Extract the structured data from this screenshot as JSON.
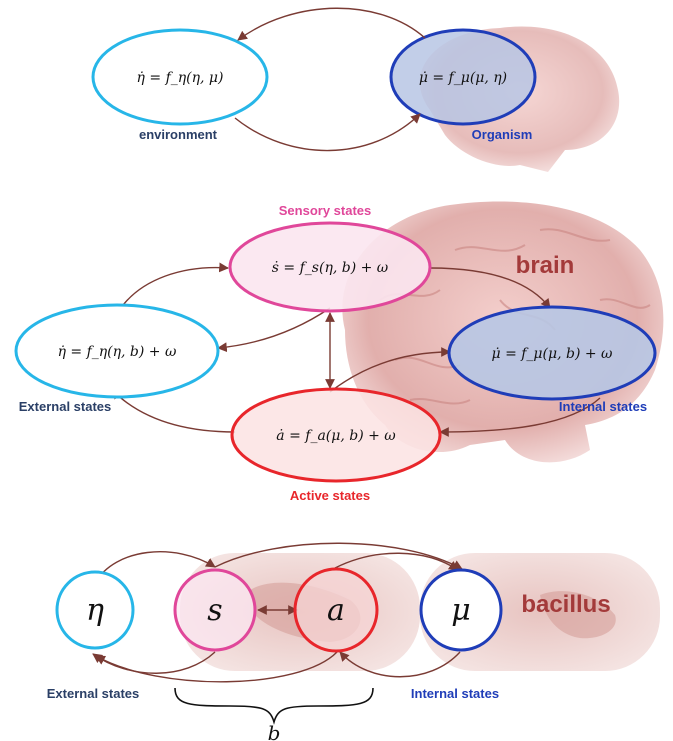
{
  "panel1": {
    "env_equation": "η̇ = f_η(η, μ)",
    "org_equation": "μ̇ = f_μ(μ, η)",
    "env_label": "environment",
    "org_label": "Organism"
  },
  "panel2": {
    "sensory_label": "Sensory states",
    "sensory_equation": "ṡ = f_s(η, b) + ω",
    "external_equation": "η̇ = f_η(η, b) + ω",
    "internal_equation": "μ̇ = f_μ(μ, b) + ω",
    "active_equation": "ȧ = f_a(μ, b) + ω",
    "external_label": "External states",
    "internal_label": "Internal states",
    "active_label": "Active states",
    "brain_label": "brain"
  },
  "panel3": {
    "eta": "η",
    "s": "s",
    "a": "a",
    "mu": "μ",
    "bacillus_label": "bacillus",
    "external_label": "External states",
    "internal_label": "Internal states",
    "b_label": "b"
  },
  "colors": {
    "cyan": "#27b6e8",
    "blue": "#1f3db8",
    "magenta": "#e0479a",
    "red": "#e8262b",
    "arrow": "#7a3b34",
    "navy_label": "#2a3f66",
    "brain": "#d99a98",
    "bacillus": "#e6c2bf"
  }
}
